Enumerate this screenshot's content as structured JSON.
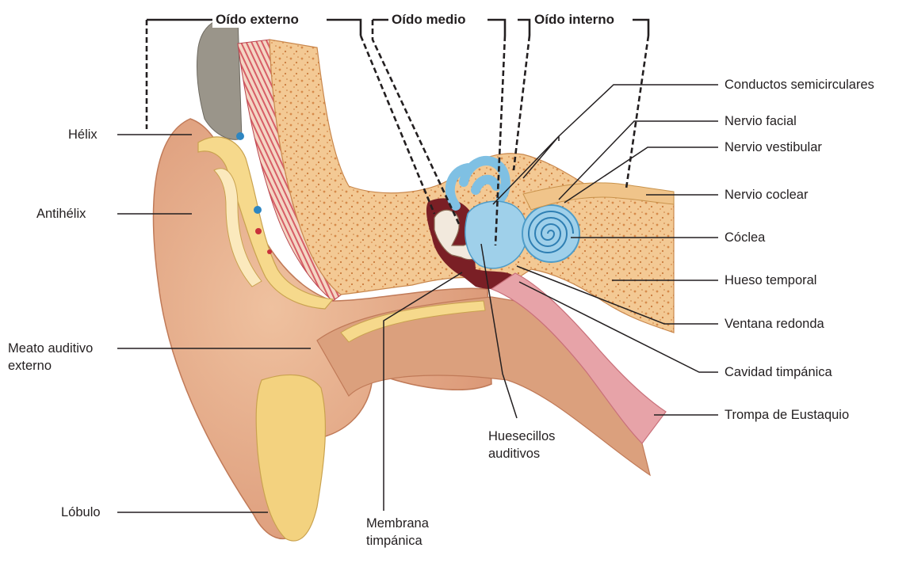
{
  "sections": {
    "outer": "Oído externo",
    "middle": "Oído medio",
    "inner": "Oído interno"
  },
  "labels": {
    "helix": "Hélix",
    "antihelix": "Antihélix",
    "meatus_line1": "Meato auditivo",
    "meatus_line2": "externo",
    "lobule": "Lóbulo",
    "tympanic_membrane_line1": "Membrana",
    "tympanic_membrane_line2": "timpánica",
    "ossicles_line1": "Huesecillos",
    "ossicles_line2": "auditivos",
    "semicircular_canals": "Conductos semicirculares",
    "facial_nerve": "Nervio facial",
    "vestibular_nerve": "Nervio vestibular",
    "cochlear_nerve": "Nervio coclear",
    "cochlea": "Cóclea",
    "temporal_bone": "Hueso temporal",
    "round_window": "Ventana redonda",
    "tympanic_cavity": "Cavidad timpánica",
    "eustachian_tube": "Trompa de Eustaquio"
  },
  "colors": {
    "skin": "#e9b38e",
    "skin_dark": "#cf8a66",
    "bone": "#f3c994",
    "bone_speckle": "#d68a4a",
    "cartilage": "#f6d98c",
    "inner_ear": "#9fd0ea",
    "cochlea_line": "#2f7fb3",
    "cavity": "#7a1f25",
    "mucosa": "#e7a3a8",
    "nerve": "#f0c48a",
    "hair": "#8f8a80",
    "vessel_red": "#c8313a",
    "vessel_blue": "#2e86c1"
  }
}
